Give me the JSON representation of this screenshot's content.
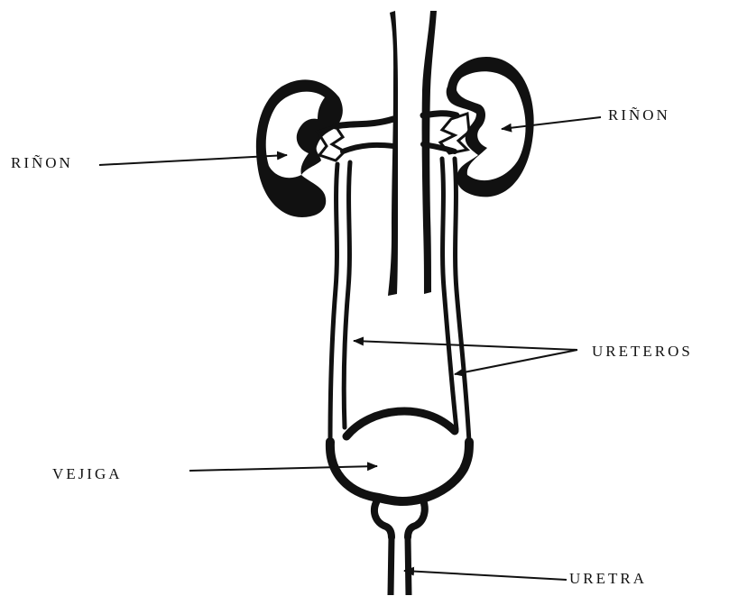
{
  "labels": {
    "kidney_left": "RIÑON",
    "kidney_right": "RIÑON",
    "ureters": "URETEROS",
    "bladder": "VEJIGA",
    "urethra": "URETRA"
  },
  "colors": {
    "ink": "#111111",
    "background": "#ffffff"
  }
}
